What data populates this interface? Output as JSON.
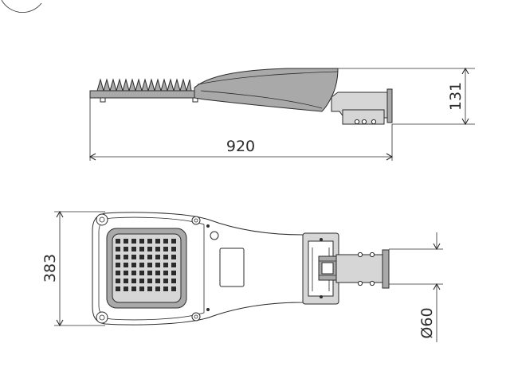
{
  "dimensions": {
    "total_length": "920",
    "side_height": "131",
    "housing_width": "383",
    "mount_diameter": "Ø60"
  },
  "colors": {
    "line": "#2b2b2b",
    "housing_fill": "#a9a9a9",
    "light_fill": "#d6d6d6"
  }
}
